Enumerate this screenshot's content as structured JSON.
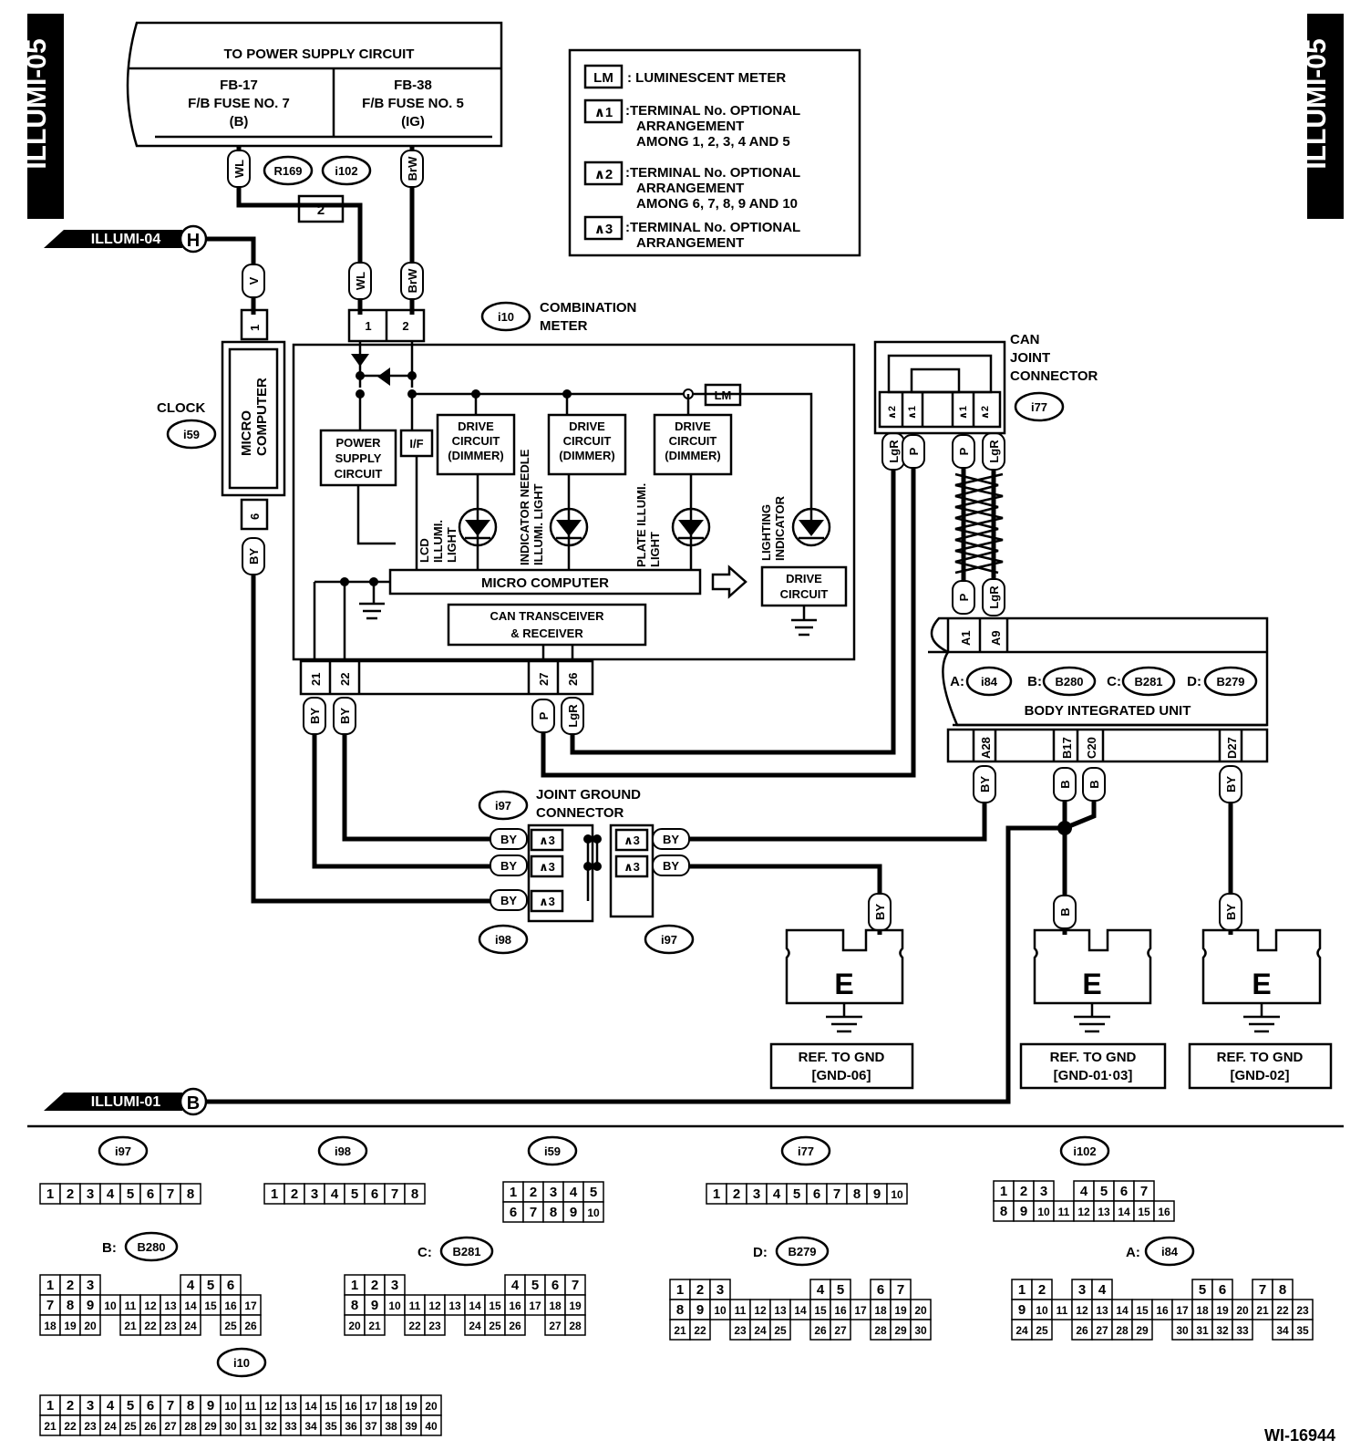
{
  "side_tab_left": "ILLUMI-05",
  "side_tab_right": "ILLUMI-05",
  "power": {
    "title": "TO POWER SUPPLY CIRCUIT",
    "fuse1": [
      "FB-17",
      "F/B FUSE NO. 7",
      "(B)"
    ],
    "fuse2": [
      "FB-38",
      "F/B FUSE NO. 5",
      "(IG)"
    ]
  },
  "legend": {
    "lm_key": "LM",
    "lm_text": ": LUMINESCENT METER",
    "k1_key": "∧1",
    "k1_text": [
      ":TERMINAL No. OPTIONAL",
      "ARRANGEMENT",
      "AMONG 1, 2, 3, 4 AND 5"
    ],
    "k2_key": "∧2",
    "k2_text": [
      ":TERMINAL No. OPTIONAL",
      "ARRANGEMENT",
      "AMONG 6, 7, 8, 9 AND 10"
    ],
    "k3_key": "∧3",
    "k3_text": [
      ":TERMINAL No. OPTIONAL",
      "ARRANGEMENT"
    ]
  },
  "offpage": {
    "illumi04": "ILLUMI-04",
    "illumi04_letter": "H",
    "illumi01": "ILLUMI-01",
    "illumi01_letter": "B"
  },
  "wires": {
    "wl": "WL",
    "brw": "BrW",
    "v": "V",
    "by": "BY",
    "p": "P",
    "lgr": "LgR",
    "b": "B"
  },
  "conn": {
    "r169": "R169",
    "i102": "i102",
    "i10": "i10",
    "i59": "i59",
    "i77": "i77",
    "i97": "i97",
    "i98": "i98",
    "i84": "i84",
    "b280": "B280",
    "b281": "B281",
    "b279": "B279"
  },
  "meter": {
    "title": [
      "COMBINATION",
      "METER"
    ],
    "power_supply": [
      "POWER",
      "SUPPLY",
      "CIRCUIT"
    ],
    "if": "I/F",
    "drive": [
      "DRIVE",
      "CIRCUIT",
      "(DIMMER)"
    ],
    "lm": "LM",
    "lcd_light": [
      "LCD",
      "ILLUMI.",
      "LIGHT"
    ],
    "needle_light": [
      "INDICATOR NEEDLE",
      "ILLUMI. LIGHT"
    ],
    "plate_light": [
      "PLATE ILLUMI.",
      "LIGHT"
    ],
    "lighting_ind": [
      "LIGHTING",
      "INDICATOR"
    ],
    "drive_circuit": [
      "DRIVE",
      "CIRCUIT"
    ],
    "micro": "MICRO COMPUTER",
    "can": [
      "CAN TRANSCEIVER",
      "& RECEIVER"
    ]
  },
  "clock": {
    "label": "CLOCK",
    "micro": [
      "MICRO",
      "COMPUTER"
    ]
  },
  "can_joint": [
    "CAN",
    "JOINT",
    "CONNECTOR"
  ],
  "joint_ground": [
    "JOINT GROUND",
    "CONNECTOR"
  ],
  "biu": {
    "title": "BODY INTEGRATED UNIT",
    "a": "A:",
    "b": "B:",
    "c": "C:",
    "d": "D:"
  },
  "ground_letter": "E",
  "gnd": [
    [
      "REF. TO GND",
      "[GND-06]"
    ],
    [
      "REF. TO GND",
      "[GND-01·03]"
    ],
    [
      "REF. TO GND",
      "[GND-02]"
    ]
  ],
  "pins": {
    "p1": "1",
    "p2": "2",
    "p6": "6",
    "p21": "21",
    "p22": "22",
    "p27": "27",
    "p26": "26",
    "a1": "A1",
    "a9": "A9",
    "a28": "A28",
    "b17": "B17",
    "c20": "C20",
    "d27": "D27"
  },
  "bottom": {
    "b_prefix": "B:",
    "c_prefix": "C:",
    "d_prefix": "D:",
    "a_prefix": "A:",
    "i97_rows": [
      [
        "1",
        "2",
        "3",
        "4",
        "5",
        "6",
        "7",
        "8"
      ]
    ],
    "i98_rows": [
      [
        "1",
        "2",
        "3",
        "4",
        "5",
        "6",
        "7",
        "8"
      ]
    ],
    "i59_rows": [
      [
        "1",
        "2",
        "3",
        "4",
        "5"
      ],
      [
        "6",
        "7",
        "8",
        "9",
        "10"
      ]
    ],
    "i77_rows": [
      [
        "1",
        "2",
        "3",
        "4",
        "5",
        "6",
        "7",
        "8",
        "9",
        "10"
      ]
    ],
    "i102_rows": [
      [
        "1",
        "2",
        "3",
        "",
        "4",
        "5",
        "6",
        "7"
      ],
      [
        "8",
        "9",
        "10",
        "11",
        "12",
        "13",
        "14",
        "15",
        "16"
      ]
    ],
    "b280_rows": [
      [
        "1",
        "2",
        "3",
        "",
        "",
        "",
        "",
        "4",
        "5",
        "6"
      ],
      [
        "7",
        "8",
        "9",
        "10",
        "11",
        "12",
        "13",
        "14",
        "15",
        "16",
        "17"
      ],
      [
        "18",
        "19",
        "20",
        "",
        "21",
        "22",
        "23",
        "24",
        "",
        "25",
        "26"
      ]
    ],
    "b281_rows": [
      [
        "1",
        "2",
        "3",
        "",
        "",
        "",
        "",
        "",
        "4",
        "5",
        "6",
        "7"
      ],
      [
        "8",
        "9",
        "10",
        "11",
        "12",
        "13",
        "14",
        "15",
        "16",
        "17",
        "18",
        "19"
      ],
      [
        "20",
        "21",
        "",
        "22",
        "23",
        "",
        "24",
        "25",
        "26",
        "",
        "27",
        "28"
      ]
    ],
    "b279_rows": [
      [
        "1",
        "2",
        "3",
        "",
        "",
        "",
        "",
        "4",
        "5",
        "",
        "6",
        "7"
      ],
      [
        "8",
        "9",
        "10",
        "11",
        "12",
        "13",
        "14",
        "15",
        "16",
        "17",
        "18",
        "19",
        "20"
      ],
      [
        "21",
        "22",
        "",
        "23",
        "24",
        "25",
        "",
        "26",
        "27",
        "",
        "28",
        "29",
        "30"
      ]
    ],
    "i84_rows": [
      [
        "1",
        "2",
        "",
        "3",
        "4",
        "",
        "",
        "",
        "",
        "5",
        "6",
        "",
        "7",
        "8"
      ],
      [
        "9",
        "10",
        "11",
        "12",
        "13",
        "14",
        "15",
        "16",
        "17",
        "18",
        "19",
        "20",
        "21",
        "22",
        "23"
      ],
      [
        "24",
        "25",
        "",
        "26",
        "27",
        "28",
        "29",
        "",
        "30",
        "31",
        "32",
        "33",
        "",
        "34",
        "35"
      ]
    ],
    "i10_rows": [
      [
        "1",
        "2",
        "3",
        "4",
        "5",
        "6",
        "7",
        "8",
        "9",
        "10",
        "11",
        "12",
        "13",
        "14",
        "15",
        "16",
        "17",
        "18",
        "19",
        "20"
      ],
      [
        "21",
        "22",
        "23",
        "24",
        "25",
        "26",
        "27",
        "28",
        "29",
        "30",
        "31",
        "32",
        "33",
        "34",
        "35",
        "36",
        "37",
        "38",
        "39",
        "40"
      ]
    ]
  },
  "figure_id": "WI-16944"
}
